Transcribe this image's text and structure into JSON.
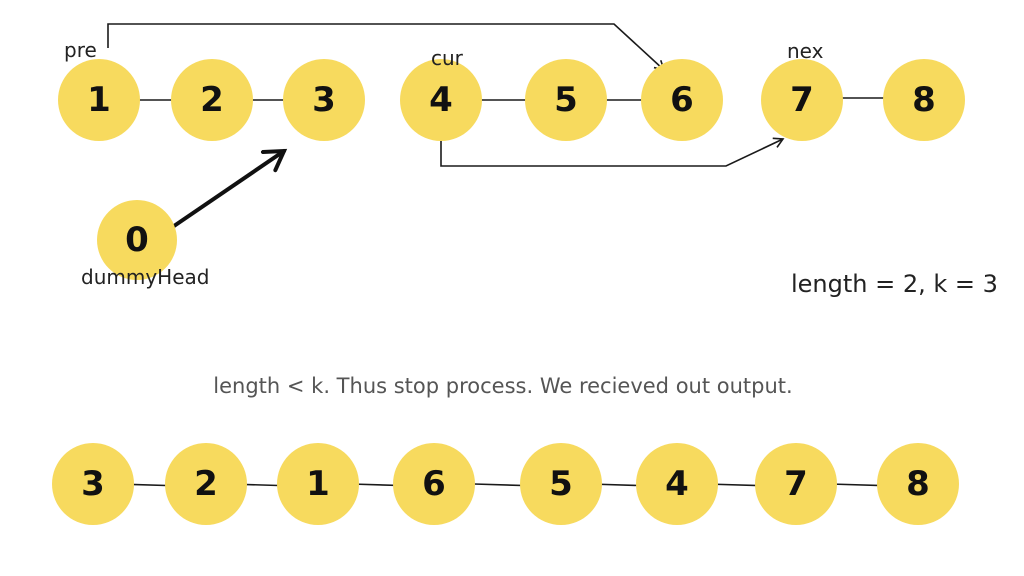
{
  "top_list": {
    "nodes": [
      "1",
      "2",
      "3",
      "4",
      "5",
      "6",
      "7",
      "8"
    ],
    "dummy_node": "0",
    "labels": {
      "pre": "pre",
      "cur": "cur",
      "nex": "nex",
      "dummy": "dummyHead"
    }
  },
  "info": "length = 2, k = 3",
  "caption": "length < k. Thus stop process. We recieved out output.",
  "bottom_list": {
    "nodes": [
      "3",
      "2",
      "1",
      "6",
      "5",
      "4",
      "7",
      "8"
    ]
  },
  "colors": {
    "node_fill": "#F7DA5E",
    "edge": "#1a1a1a",
    "text": "#111111"
  }
}
